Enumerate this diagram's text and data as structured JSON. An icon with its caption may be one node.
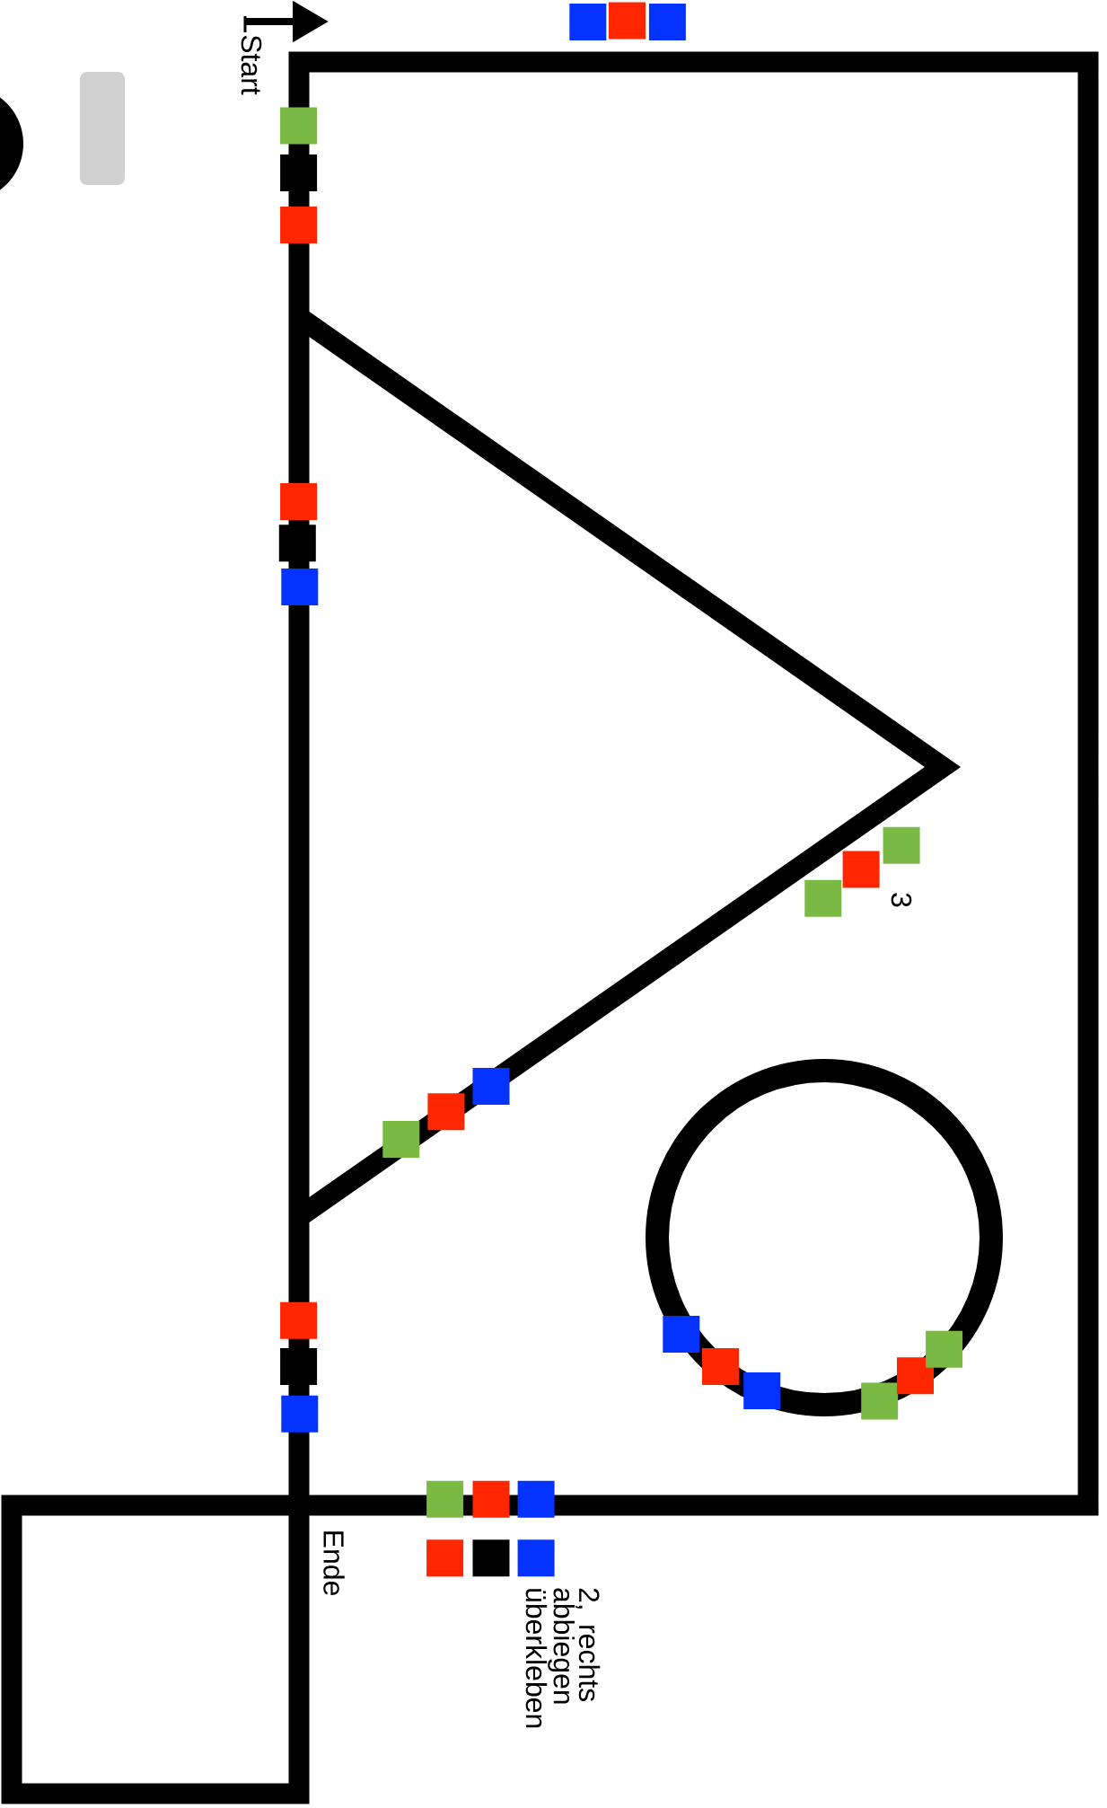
{
  "diagram": {
    "nodes": [
      {
        "text": [],
        "shape": "circle"
      },
      {
        "text": [],
        "shape": "box"
      }
    ],
    "labels": [
      "Start",
      "3",
      "Ende",
      "2, rechts abbiegen überkleben"
    ]
  }
}
